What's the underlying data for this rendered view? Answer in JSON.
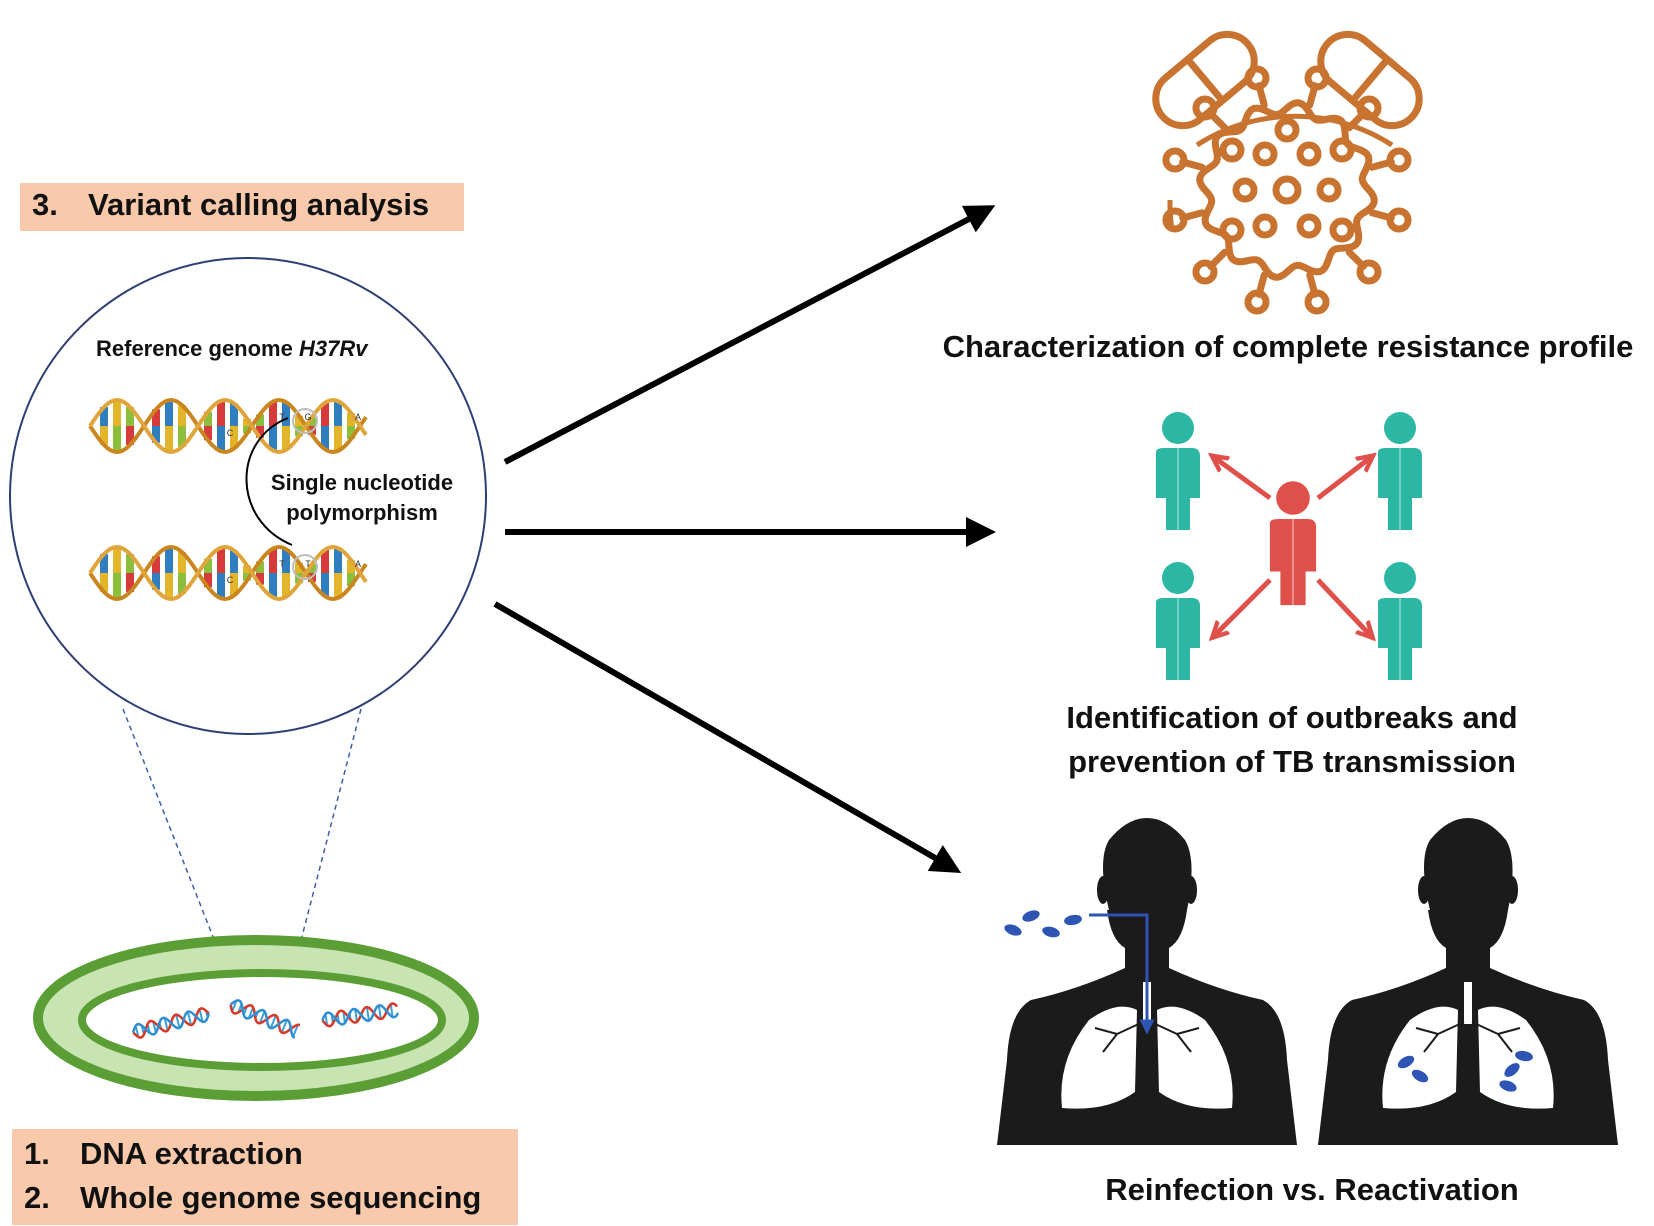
{
  "steps": {
    "variant_calling": {
      "number": "3.",
      "label": "Variant calling analysis"
    },
    "dna_extraction": {
      "number": "1.",
      "label": "DNA extraction"
    },
    "wgs": {
      "number": "2.",
      "label": "Whole genome sequencing"
    }
  },
  "zoom_circle": {
    "reference_label": "Reference genome ",
    "reference_strain": "H37Rv",
    "snp_label_line1": "Single nucleotide",
    "snp_label_line2": "polymorphism",
    "base_letters_top": [
      "C",
      "T",
      "G",
      "A"
    ],
    "base_letters_bottom": [
      "C",
      "T",
      "T",
      "A"
    ]
  },
  "outcomes": {
    "resistance": "Characterization of complete resistance profile",
    "outbreaks_line1": "Identification of outbreaks and",
    "outbreaks_line2": "prevention of TB transmission",
    "reinfection": "Reinfection vs. Reactivation"
  },
  "colors": {
    "step_box": "#f8c9ab",
    "virus_orange": "#c8732f",
    "person_teal": "#2bb7a3",
    "person_red": "#e0504b",
    "silhouette": "#1b1b1b",
    "bacteria_blue": "#2e55b3",
    "dish_green": "#5a9e35",
    "circle_stroke": "#2d3f73"
  },
  "icons": [
    "virus-icon",
    "pill-icon",
    "person-icon",
    "lungs-icon",
    "dna-helix-icon",
    "petri-dish-icon",
    "arrow-icon"
  ]
}
